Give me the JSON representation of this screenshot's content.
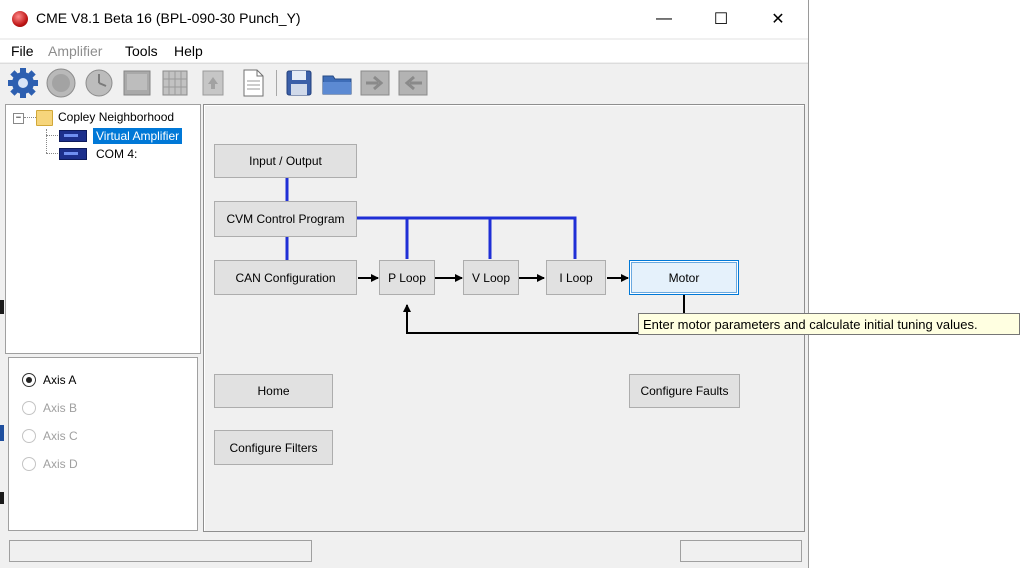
{
  "window": {
    "title": "CME V8.1 Beta 16 (BPL-090-30 Punch_Y)",
    "controls": {
      "minimize": "—",
      "maximize": "☐",
      "close": "✕"
    }
  },
  "menu": [
    {
      "label": "File",
      "enabled": true
    },
    {
      "label": "Amplifier",
      "enabled": false
    },
    {
      "label": "Tools",
      "enabled": true
    },
    {
      "label": "Help",
      "enabled": true
    }
  ],
  "toolbar": {
    "icons": [
      "gear-icon",
      "dial-icon",
      "clock-icon",
      "scope-icon",
      "grid-icon",
      "upload-icon",
      "document-icon",
      "save-icon",
      "open-folder-icon",
      "download-to-amp-icon",
      "upload-from-amp-icon"
    ]
  },
  "tree": {
    "root": {
      "label": "Copley Neighborhood",
      "expanded": true,
      "toggle": "−"
    },
    "children": [
      {
        "label": "Virtual Amplifier",
        "selected": true
      },
      {
        "label": "COM 4:",
        "selected": false
      }
    ]
  },
  "axes": [
    {
      "label": "Axis A",
      "checked": true,
      "enabled": true
    },
    {
      "label": "Axis B",
      "checked": false,
      "enabled": false
    },
    {
      "label": "Axis C",
      "checked": false,
      "enabled": false
    },
    {
      "label": "Axis D",
      "checked": false,
      "enabled": false
    }
  ],
  "flow": {
    "input_output": "Input / Output",
    "cvm_control_program": "CVM Control Program",
    "can_configuration": "CAN Configuration",
    "p_loop": "P Loop",
    "v_loop": "V Loop",
    "i_loop": "I Loop",
    "motor": "Motor",
    "home": "Home",
    "configure_faults": "Configure Faults",
    "configure_filters": "Configure Filters"
  },
  "tooltip": "Enter motor parameters and calculate initial tuning values.",
  "colors": {
    "flow_blue": "#1f2fd6",
    "flow_black": "#000000",
    "selection": "#0078d7",
    "tooltip_bg": "#ffffe1"
  }
}
